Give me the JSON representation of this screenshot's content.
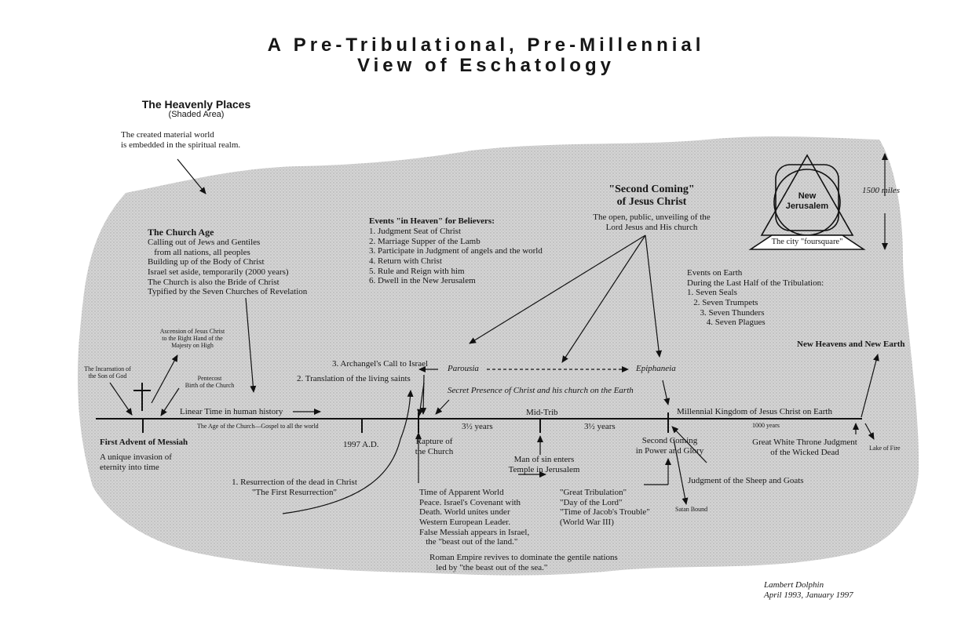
{
  "title": {
    "line1": "A Pre-Tribulational, Pre-Millennial",
    "line2": "View of Eschatology"
  },
  "heavenly": {
    "heading": "The Heavenly Places",
    "sub": "(Shaded Area)",
    "note": "The created material world\nis embedded in the spiritual realm."
  },
  "church_age": {
    "heading": "The Church Age",
    "body": "Calling out of Jews and Gentiles\n   from all nations, all peoples\nBuilding up of the Body of Christ\nIsrael set aside, temporarily (2000 years)\nThe Church is also the Bride of Christ\nTypified by the Seven Churches of Revelation"
  },
  "heaven_events": {
    "heading": "Events \"in Heaven\" for Believers:",
    "body": "1. Judgment Seat of Christ\n2. Marriage Supper of the Lamb\n3. Participate in Judgment of angels and the world\n4. Return with Christ\n5. Rule and Reign with him\n6. Dwell in the New Jerusalem"
  },
  "second_coming": {
    "heading": "\"Second Coming\"\nof Jesus Christ",
    "body": "The open, public, unveiling of the\nLord Jesus and His church"
  },
  "new_jerusalem": {
    "label": "New\nJerusalem",
    "caption": "The city \"foursquare\"",
    "height": "1500 miles"
  },
  "earth_events": {
    "body": "Events on Earth\nDuring the Last Half of the Tribulation:\n1. Seven Seals\n   2. Seven Trumpets\n      3. Seven Thunders\n         4. Seven Plagues"
  },
  "timeline": {
    "incarnation": "The Incarnation of\nthe Son of God",
    "ascension": "Ascension of Jesus Christ\nto the Right Hand of the\nMajesty on High",
    "pentecost": "Pentecost\nBirth of the Church",
    "linear_time": "Linear Time in human history",
    "age_of_church": "The Age of the Church—Gospel to all the world",
    "first_advent": "First Advent of Messiah",
    "first_advent_note": "A unique invasion of\neternity into time",
    "year": "1997 A.D.",
    "archangel": "3. Archangel's Call to Israel",
    "translation": "2. Translation of the living saints",
    "parousia": "Parousia",
    "epiphaneia": "Epiphaneia",
    "secret_presence": "Secret Presence of Christ and his church on the Earth",
    "mid_trib": "Mid-Trib",
    "years_a": "3½ years",
    "years_b": "3½ years",
    "millennial": "Millennial Kingdom of Jesus Christ on Earth",
    "thousand_years": "1000 years",
    "rapture": "Rapture of\nthe Church",
    "man_of_sin": "Man of sin enters\nTemple in Jerusalem",
    "second_coming_power": "Second Coming\nin Power and Glory",
    "white_throne": "Great White Throne Judgment\nof the Wicked Dead",
    "lake_of_fire": "Lake of Fire",
    "new_heavens": "New Heavens and New Earth",
    "resurrection": "1. Resurrection of the dead in Christ\n\"The First Resurrection\"",
    "apparent_peace": "Time of Apparent World\nPeace. Israel's Covenant with\nDeath. World unites under\nWestern European Leader.\nFalse Messiah appears in Israel,\n   the \"beast out of the land.\"",
    "great_trib": "\"Great Tribulation\"\n\"Day of the Lord\"\n\"Time of Jacob's Trouble\"\n(World War III)",
    "sheep_goats": "Judgment of the Sheep and Goats",
    "satan_bound": "Satan Bound",
    "roman_empire": "Roman Empire revives to dominate the gentile nations\n   led by \"the beast out of the sea.\""
  },
  "author": {
    "name": "Lambert Dolphin",
    "dates": "April 1993, January 1997"
  }
}
